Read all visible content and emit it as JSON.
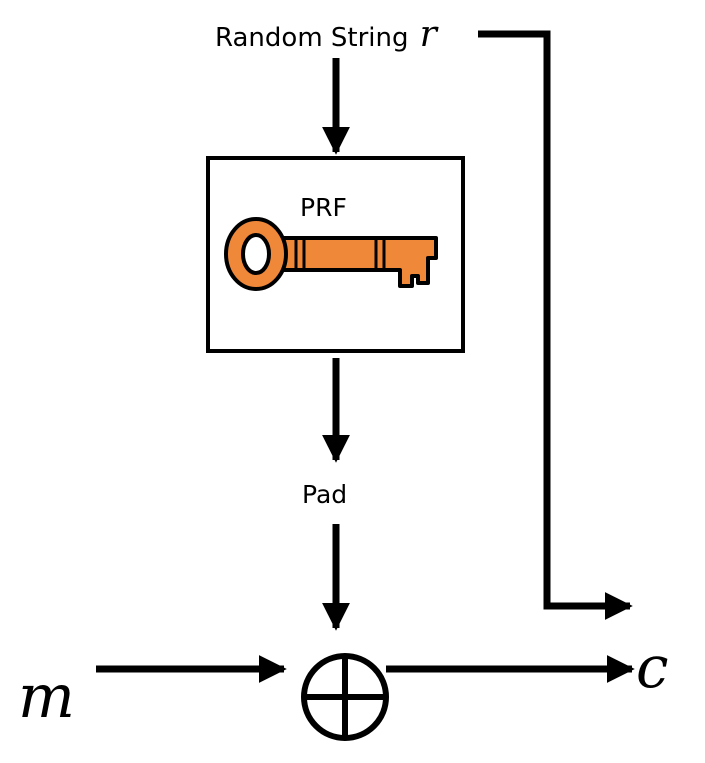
{
  "diagram": {
    "random_string_label": "Random String",
    "random_var": "r",
    "prf_label": "PRF",
    "pad_label": "Pad",
    "message_var": "m",
    "cipher_var": "c",
    "icons": {
      "key": "key-icon",
      "xor": "xor-icon"
    },
    "colors": {
      "key_fill": "#F0883A",
      "line": "#000000"
    }
  }
}
